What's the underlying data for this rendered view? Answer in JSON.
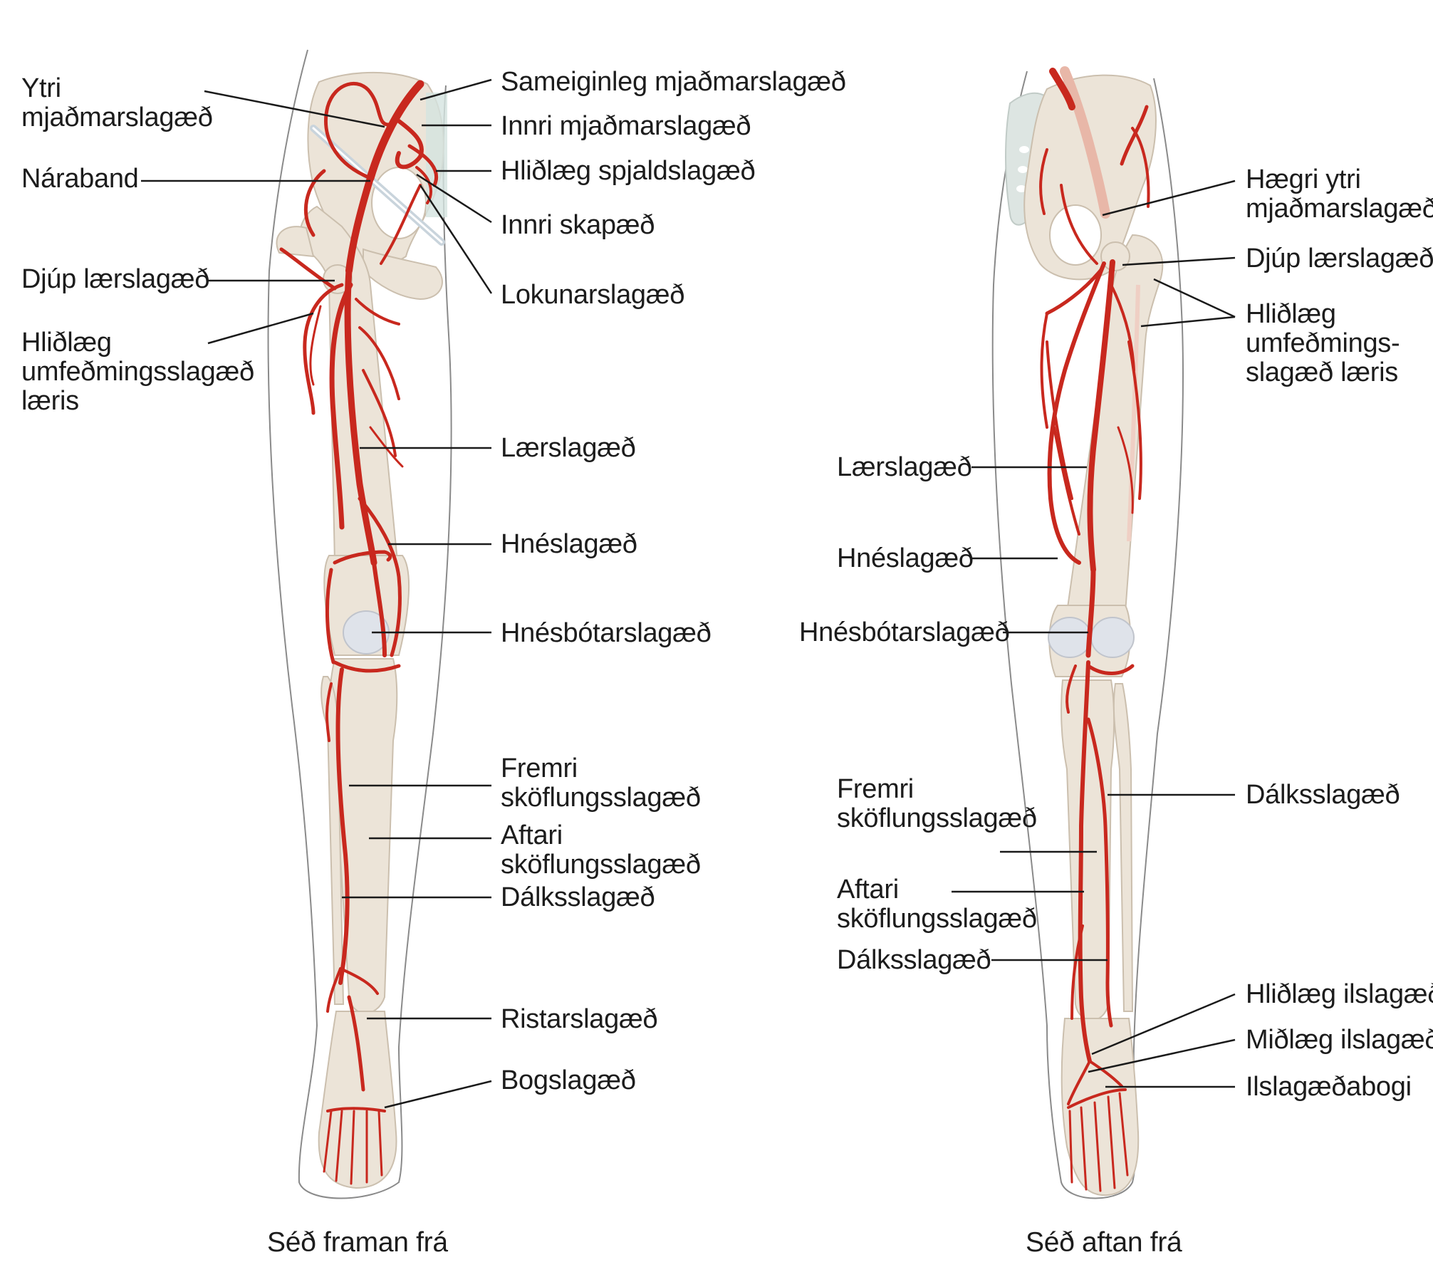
{
  "figure": {
    "anterior": {
      "caption": "Séð framan frá",
      "labels": {
        "ytri_mjadmarslagaed": "Ytri\nmjaðmarslagæð",
        "naraband": "Náraband",
        "djup_laerslagaed": "Djúp lærslagæð",
        "hlidlaeg_umfedmings": "Hliðlæg\numfeðmingsslagæð\nlæris",
        "sameiginleg": "Sameiginleg mjaðmarslagæð",
        "innri_mjadmarslagaed": "Innri mjaðmarslagæð",
        "hlidlaeg_spjaldslagaed": "Hliðlæg spjaldslagæð",
        "innri_skapaed": "Innri skapæð",
        "lokunarslagaed": "Lokunarslagæð",
        "laerslagaed": "Lærslagæð",
        "hneslagaed": "Hnéslagæð",
        "hnesbotarslagaed": "Hnésbótarslagæð",
        "fremri_skoflungsslagaed": "Fremri\nsköflungsslagæð",
        "aftari_skoflungsslagaed": "Aftari\nsköflungsslagæð",
        "dalksslagaed": "Dálksslagæð",
        "ristarslagaed": "Ristarslagæð",
        "bogslagaed": "Bogslagæð"
      }
    },
    "posterior": {
      "caption": "Séð aftan frá",
      "labels": {
        "haegri_ytri": "Hægri ytri\nmjaðmarslagæð",
        "djup_laerslagaed": "Djúp lærslagæð",
        "hlidlaeg_umfedmings": "Hliðlæg\numfeðmings-\nslagæð læris",
        "laerslagaed": "Lærslagæð",
        "hneslagaed": "Hnéslagæð",
        "hnesbotarslagaed": "Hnésbótarslagæð",
        "dalksslagaed_right": "Dálksslagæð",
        "fremri_skoflungsslagaed": "Fremri\nsköflungsslagæð",
        "aftari_skoflungsslagaed": "Aftari\nsköflungsslagæð",
        "dalksslagaed": "Dálksslagæð",
        "hlidlaeg_ilslagaed": "Hliðlæg ilslagæð",
        "midlaeg_ilslagaed": "Miðlæg ilslagæð",
        "ilslagaedabogi": "Ilslagæðabogi"
      }
    }
  },
  "colors": {
    "artery": "#c8281e",
    "bone": "#ece4d8",
    "bone_stroke": "#cbbfae",
    "outline": "#8a8a8a",
    "leader": "#1a1a1a"
  }
}
